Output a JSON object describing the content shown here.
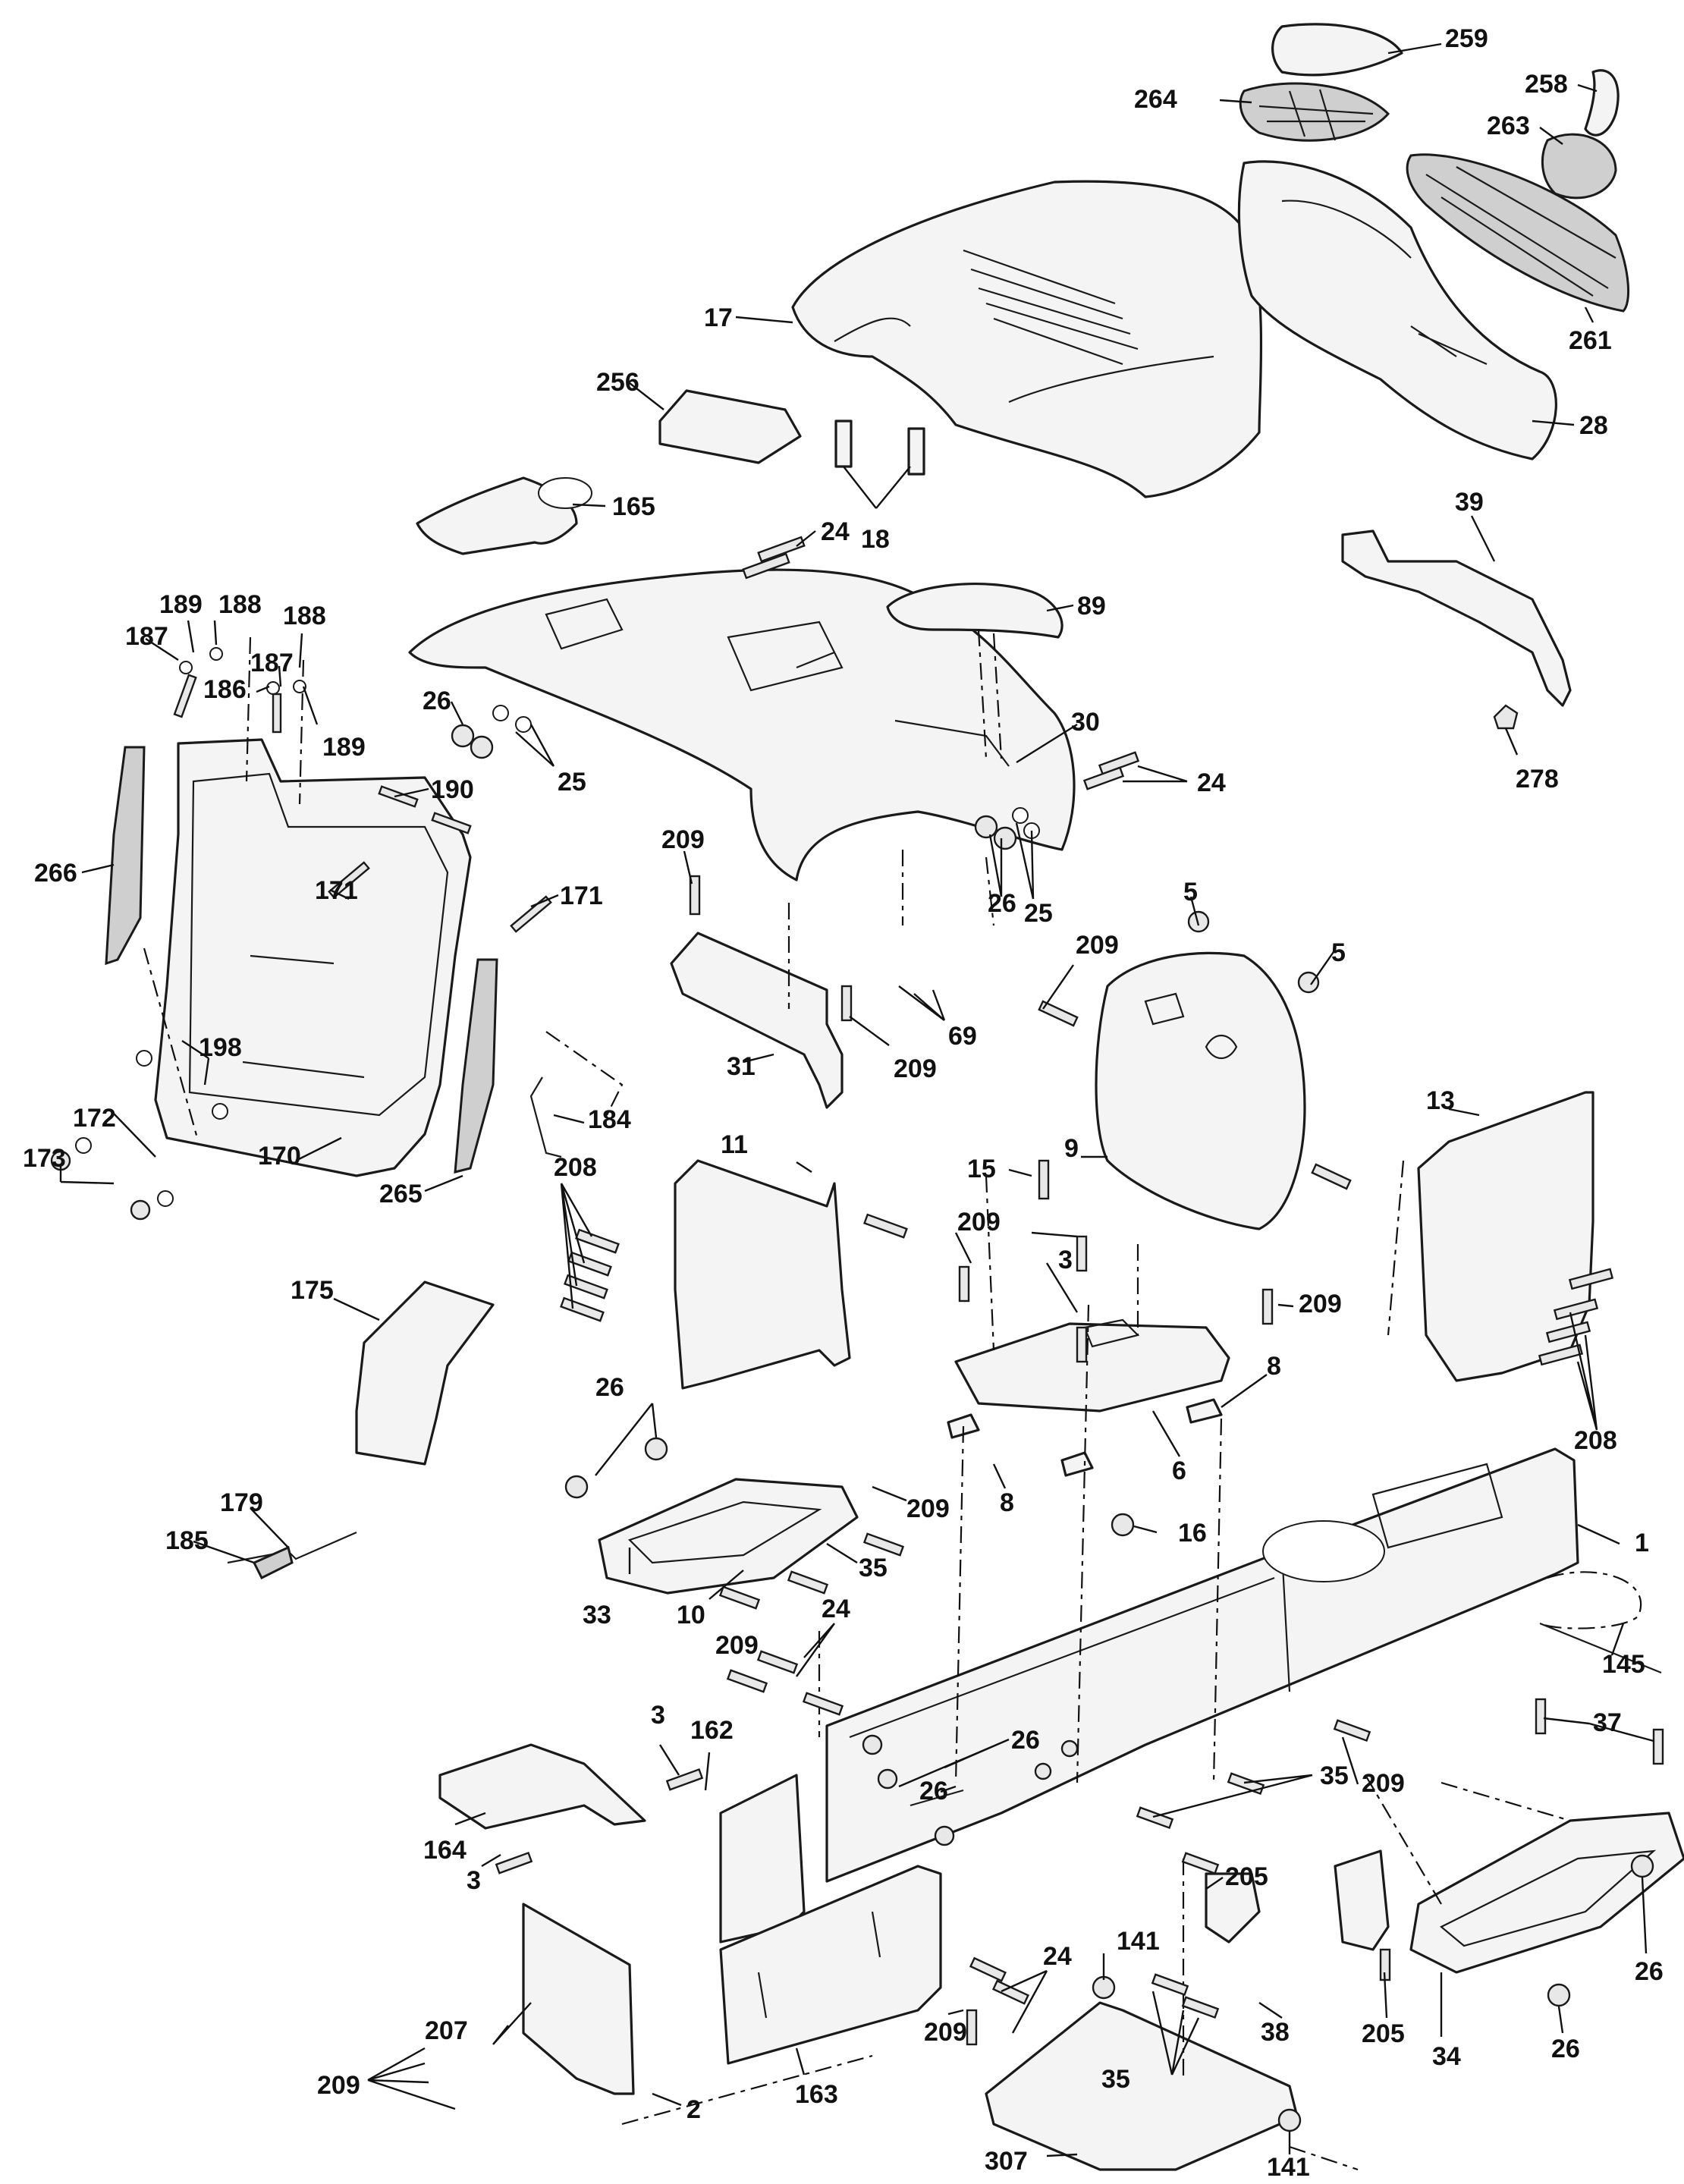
{
  "callouts": [
    {
      "id": "c259",
      "label": "259"
    },
    {
      "id": "c264",
      "label": "264"
    },
    {
      "id": "c258",
      "label": "258"
    },
    {
      "id": "c263",
      "label": "263"
    },
    {
      "id": "c17",
      "label": "17"
    },
    {
      "id": "c261",
      "label": "261"
    },
    {
      "id": "c256",
      "label": "256"
    },
    {
      "id": "c28",
      "label": "28"
    },
    {
      "id": "c165",
      "label": "165"
    },
    {
      "id": "c18",
      "label": "18"
    },
    {
      "id": "c24a",
      "label": "24"
    },
    {
      "id": "c39",
      "label": "39"
    },
    {
      "id": "c189a",
      "label": "189"
    },
    {
      "id": "c188a",
      "label": "188"
    },
    {
      "id": "c89",
      "label": "89"
    },
    {
      "id": "c188b",
      "label": "188"
    },
    {
      "id": "c187a",
      "label": "187"
    },
    {
      "id": "c187b",
      "label": "187"
    },
    {
      "id": "c186",
      "label": "186"
    },
    {
      "id": "c26a",
      "label": "26"
    },
    {
      "id": "c30",
      "label": "30"
    },
    {
      "id": "c189b",
      "label": "189"
    },
    {
      "id": "c25a",
      "label": "25"
    },
    {
      "id": "c24b",
      "label": "24"
    },
    {
      "id": "c278",
      "label": "278"
    },
    {
      "id": "c190",
      "label": "190"
    },
    {
      "id": "c266",
      "label": "266"
    },
    {
      "id": "c209a",
      "label": "209"
    },
    {
      "id": "c171a",
      "label": "171"
    },
    {
      "id": "c171b",
      "label": "171"
    },
    {
      "id": "c26b",
      "label": "26"
    },
    {
      "id": "c25b",
      "label": "25"
    },
    {
      "id": "c5a",
      "label": "5"
    },
    {
      "id": "c5b",
      "label": "5"
    },
    {
      "id": "c209b",
      "label": "209"
    },
    {
      "id": "c69",
      "label": "69"
    },
    {
      "id": "c198",
      "label": "198"
    },
    {
      "id": "c31",
      "label": "31"
    },
    {
      "id": "c209c",
      "label": "209"
    },
    {
      "id": "c172",
      "label": "172"
    },
    {
      "id": "c184",
      "label": "184"
    },
    {
      "id": "c13",
      "label": "13"
    },
    {
      "id": "c9",
      "label": "9"
    },
    {
      "id": "c11",
      "label": "11"
    },
    {
      "id": "c173",
      "label": "173"
    },
    {
      "id": "c170",
      "label": "170"
    },
    {
      "id": "c15",
      "label": "15"
    },
    {
      "id": "c265",
      "label": "265"
    },
    {
      "id": "c208a",
      "label": "208"
    },
    {
      "id": "c209d",
      "label": "209"
    },
    {
      "id": "c3a",
      "label": "3"
    },
    {
      "id": "c175",
      "label": "175"
    },
    {
      "id": "c209e",
      "label": "209"
    },
    {
      "id": "c8a",
      "label": "8"
    },
    {
      "id": "c26c",
      "label": "26"
    },
    {
      "id": "c208b",
      "label": "208"
    },
    {
      "id": "c6",
      "label": "6"
    },
    {
      "id": "c209f",
      "label": "209"
    },
    {
      "id": "c8b",
      "label": "8"
    },
    {
      "id": "c179",
      "label": "179"
    },
    {
      "id": "c16",
      "label": "16"
    },
    {
      "id": "c1",
      "label": "1"
    },
    {
      "id": "c185",
      "label": "185"
    },
    {
      "id": "c35a",
      "label": "35"
    },
    {
      "id": "c33",
      "label": "33"
    },
    {
      "id": "c10",
      "label": "10"
    },
    {
      "id": "c24c",
      "label": "24"
    },
    {
      "id": "c145",
      "label": "145"
    },
    {
      "id": "c209g",
      "label": "209"
    },
    {
      "id": "c37",
      "label": "37"
    },
    {
      "id": "c3b",
      "label": "3"
    },
    {
      "id": "c162",
      "label": "162"
    },
    {
      "id": "c26d",
      "label": "26"
    },
    {
      "id": "c26e",
      "label": "26"
    },
    {
      "id": "c209h",
      "label": "209"
    },
    {
      "id": "c35b",
      "label": "35"
    },
    {
      "id": "c164",
      "label": "164"
    },
    {
      "id": "c3c",
      "label": "3"
    },
    {
      "id": "c205a",
      "label": "205"
    },
    {
      "id": "c141a",
      "label": "141"
    },
    {
      "id": "c24d",
      "label": "24"
    },
    {
      "id": "c26f",
      "label": "26"
    },
    {
      "id": "c209i",
      "label": "209"
    },
    {
      "id": "c38",
      "label": "38"
    },
    {
      "id": "c205b",
      "label": "205"
    },
    {
      "id": "c26g",
      "label": "26"
    },
    {
      "id": "c207",
      "label": "207"
    },
    {
      "id": "c35c",
      "label": "35"
    },
    {
      "id": "c34",
      "label": "34"
    },
    {
      "id": "c209j",
      "label": "209"
    },
    {
      "id": "c2",
      "label": "2"
    },
    {
      "id": "c163",
      "label": "163"
    },
    {
      "id": "c307",
      "label": "307"
    },
    {
      "id": "c141b",
      "label": "141"
    }
  ]
}
